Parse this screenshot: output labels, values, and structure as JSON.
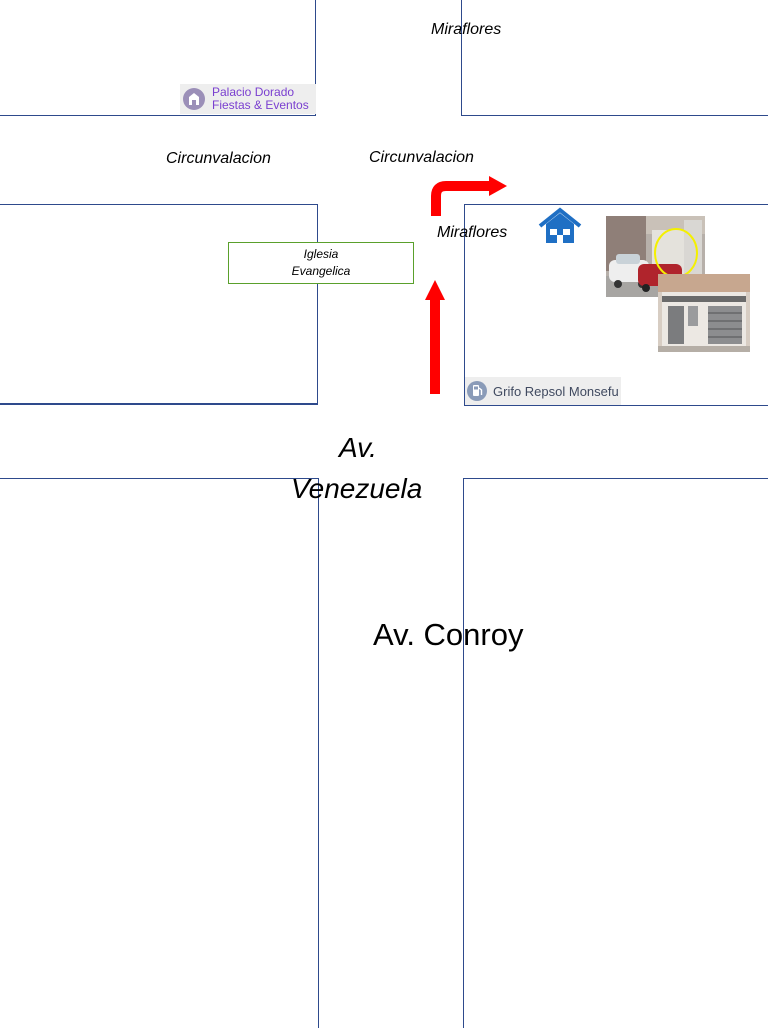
{
  "streets": {
    "miraflores_top": "Miraflores",
    "circunvalacion_left": "Circunvalacion",
    "circunvalacion_right": "Circunvalacion",
    "miraflores_right": "Miraflores",
    "av_venezuela_line1": "Av.",
    "av_venezuela_line2": "Venezuela",
    "av_conroy": "Av. Conroy"
  },
  "landmarks": {
    "church_line1": "Iglesia",
    "church_line2": "Evangelica",
    "palacio_line1": "Palacio Dorado",
    "palacio_line2": "Fiestas & Eventos",
    "grifo": "Grifo Repsol Monsefu"
  },
  "icons": {
    "home": "home-icon",
    "palace_pin": "palace-pin-icon",
    "gas_station_pin": "gas-station-pin-icon",
    "route_arrow": "route-arrow-icon"
  },
  "colors": {
    "block_border": "#2e4a8c",
    "route_arrow": "#ff0000",
    "church_border": "#5aa02c",
    "home_icon": "#1f6fc4",
    "palacio_text": "#7a3fd0"
  }
}
